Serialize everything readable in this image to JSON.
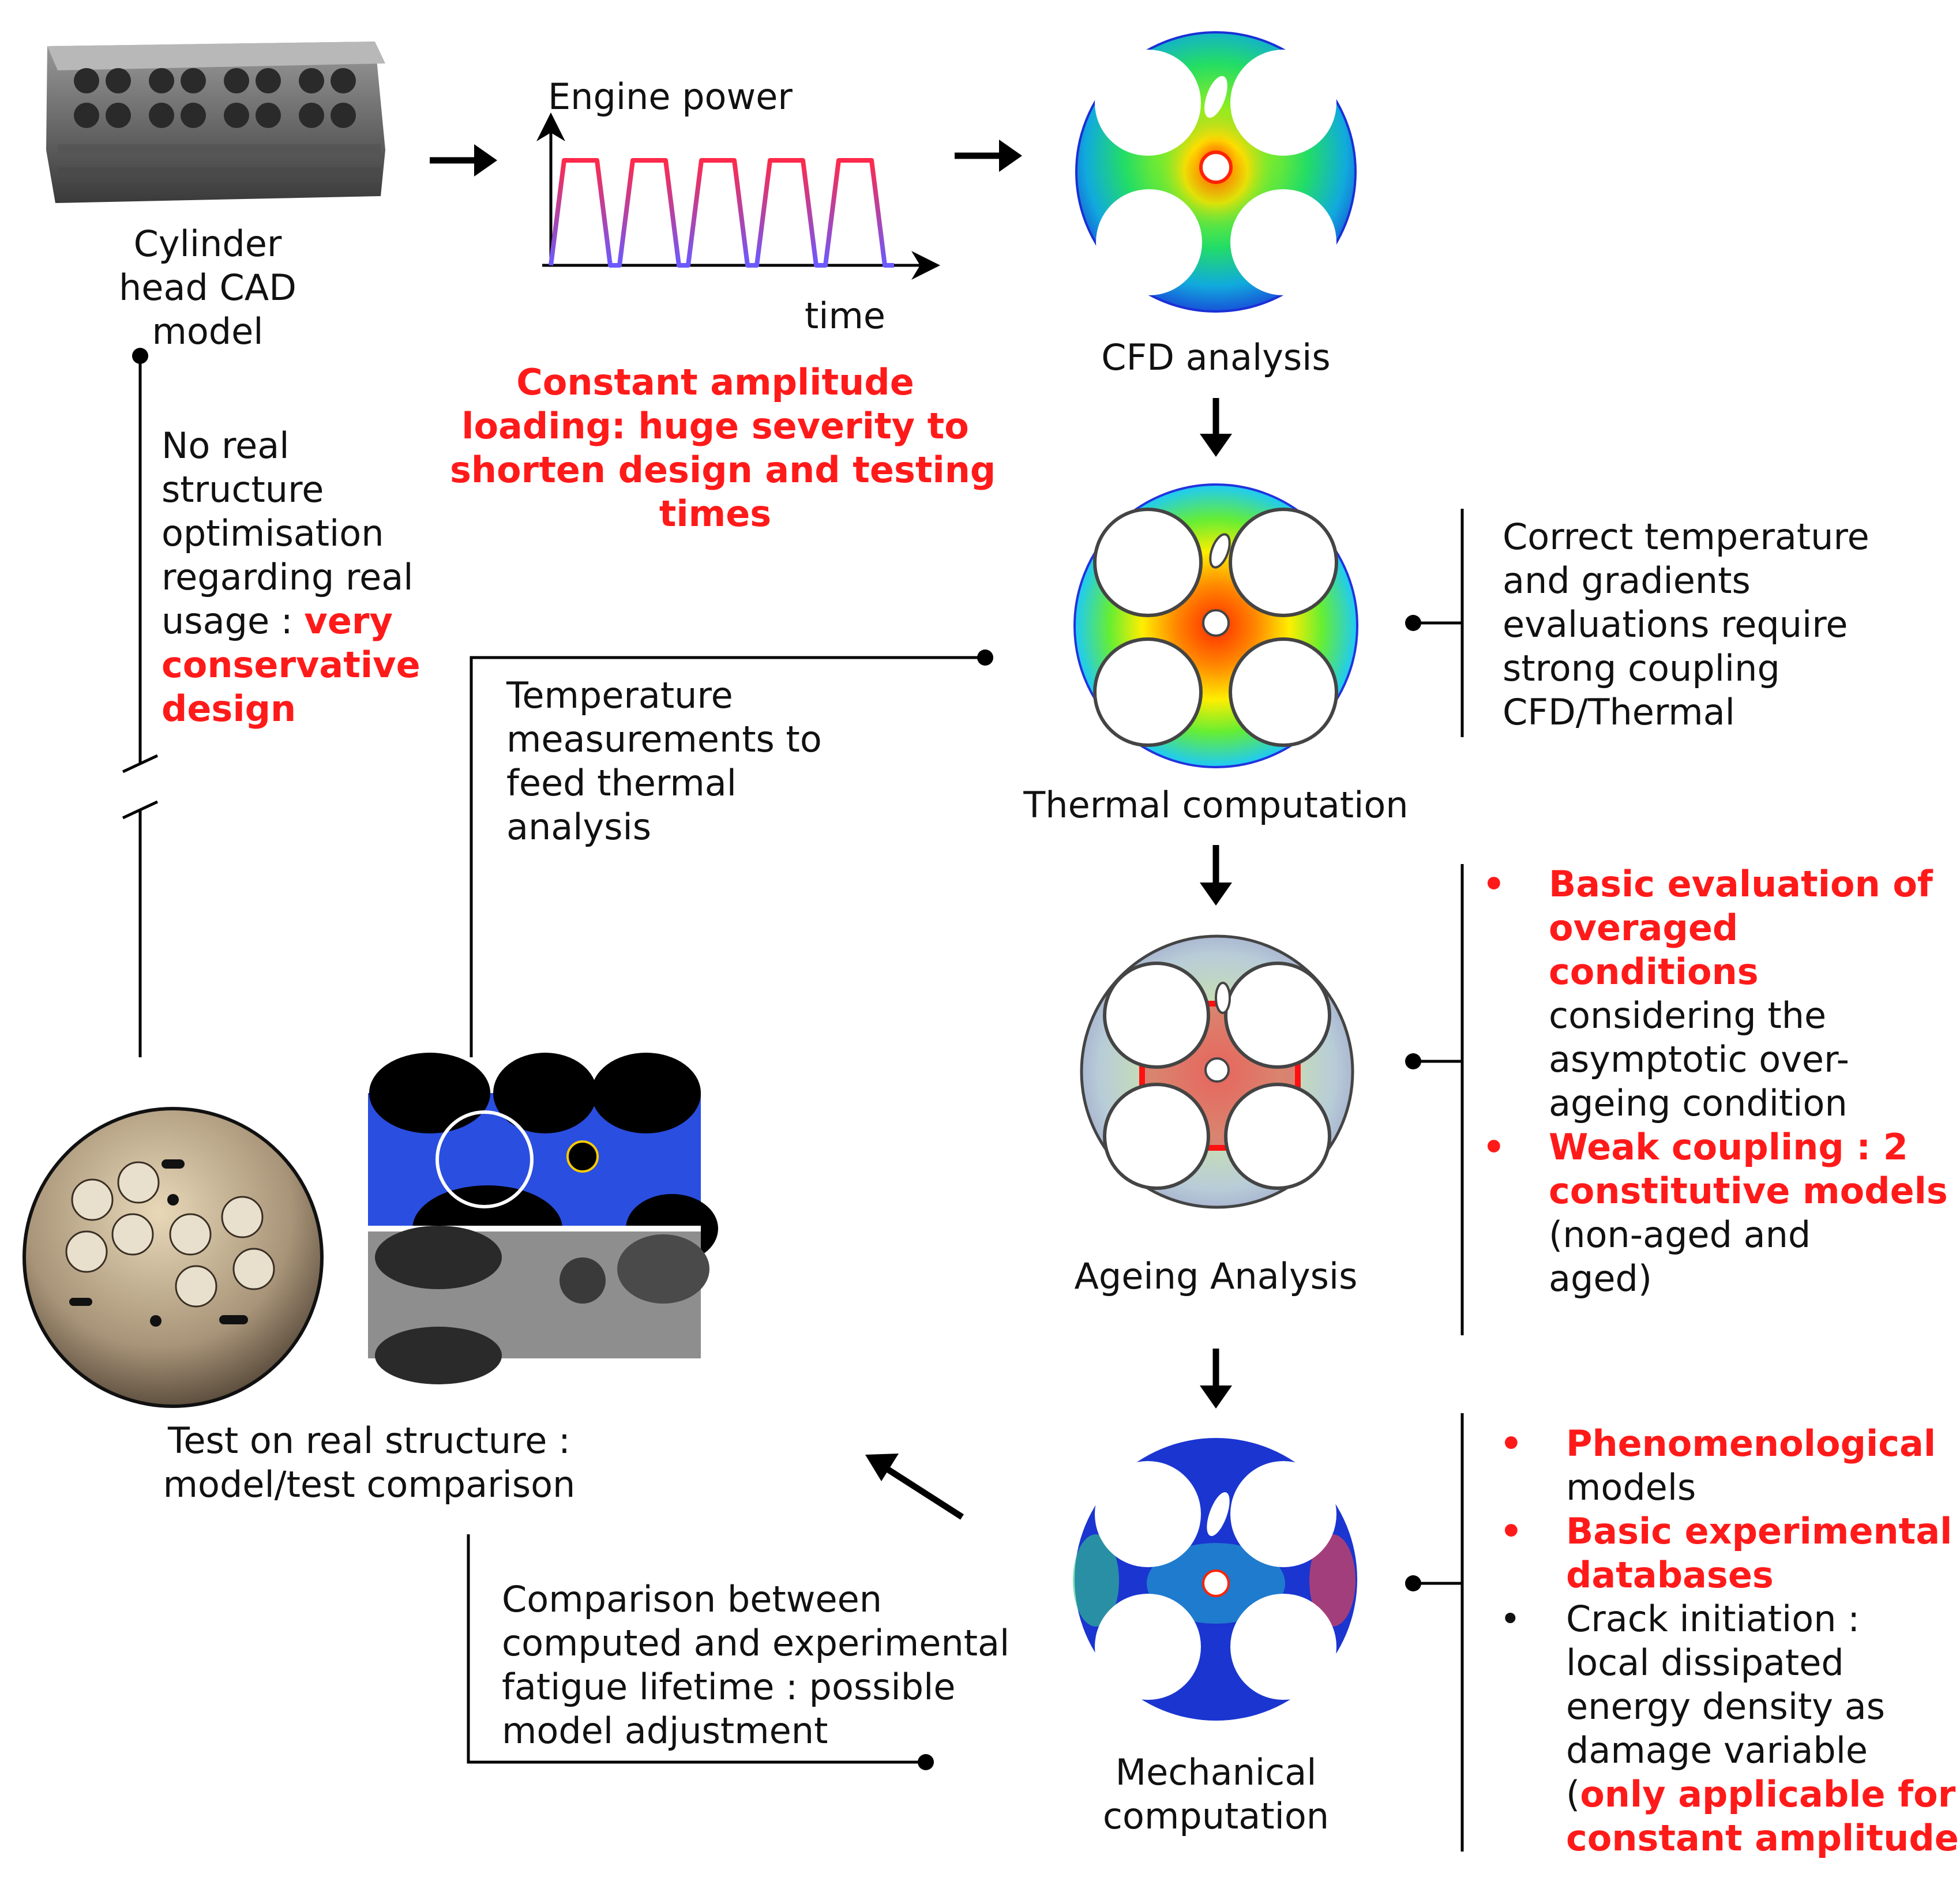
{
  "colors": {
    "accent_red": "#ff1a1a",
    "signal_top": "#ff2a4a",
    "signal_bottom": "#6a5aff"
  },
  "cylinder_head": {
    "lines": [
      "Cylinder",
      "head CAD",
      "model"
    ]
  },
  "engine_chart": {
    "ylabel": "Engine power",
    "xlabel": "time",
    "caption_lines": [
      "Constant amplitude",
      "loading: huge severity to",
      "shorten design and testing",
      "times"
    ]
  },
  "cfd": {
    "label": "CFD analysis"
  },
  "thermal": {
    "label": "Thermal computation",
    "note_lines": [
      "Correct temperature",
      "and gradients",
      "evaluations require",
      "strong coupling",
      "CFD/Thermal"
    ]
  },
  "no_optim": {
    "lines": [
      "No real",
      "structure",
      "optimisation",
      "regarding real"
    ],
    "usage_prefix": "usage : ",
    "usage_red": "very",
    "red_lines": [
      "conservative",
      "design"
    ]
  },
  "temp_meas": {
    "lines": [
      "Temperature",
      "measurements to",
      "feed thermal",
      "analysis"
    ]
  },
  "ageing": {
    "label": "Ageing Analysis",
    "bullets": [
      {
        "red_lines": [
          "Basic evaluation of",
          "overaged",
          "conditions"
        ],
        "lines": [
          "considering the",
          "asymptotic over-",
          "ageing condition"
        ]
      },
      {
        "red_lines": [
          "Weak coupling : 2",
          "constitutive models"
        ],
        "lines": [
          "(non-aged and",
          "aged)"
        ]
      }
    ]
  },
  "test": {
    "lines": [
      "Test on real structure :",
      "model/test comparison"
    ]
  },
  "mechanical": {
    "label_lines": [
      "Mechanical",
      "computation"
    ],
    "bullets": [
      {
        "red_lines": [
          "Phenomenological"
        ],
        "lines": [
          "models"
        ]
      },
      {
        "red_lines": [
          "Basic experimental",
          "databases"
        ],
        "lines": []
      },
      {
        "red_lines": [],
        "lines": [
          "Crack initiation :",
          "local dissipated",
          "energy density as",
          "damage variable"
        ]
      }
    ],
    "last_paren_open": "(",
    "last_red_lines": [
      "only applicable for",
      "constant amplitude)"
    ]
  },
  "comparison": {
    "lines": [
      "Comparison between",
      "computed and experimental",
      "fatigue lifetime : possible",
      "model adjustment"
    ]
  }
}
